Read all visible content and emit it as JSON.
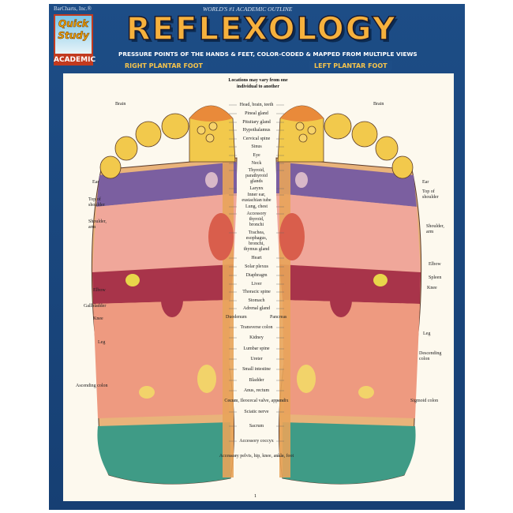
{
  "header": {
    "publisher": "BarCharts, Inc.®",
    "tagline": "WORLD'S #1 ACADEMIC OUTLINE",
    "logo_line1": "Quick",
    "logo_line2": "Study",
    "logo_badge": "ACADEMIC",
    "title": "REFLEXOLOGY",
    "subtitle": "PRESSURE POINTS OF THE HANDS & FEET, COLOR-CODED & MAPPED FROM MULTIPLE VIEWS",
    "tab_right_foot": "RIGHT PLANTAR FOOT",
    "tab_left_foot": "LEFT PLANTAR FOOT"
  },
  "note": "Locations may vary from one individual to another",
  "center_labels": [
    "Head, brain, teeth",
    "Pineal gland",
    "Pituitary gland",
    "Hypothalamus",
    "Cervical spine",
    "Sinus",
    "Eye",
    "Neck",
    "Thyroid,\nparathyroid\nglands",
    "Larynx",
    "Inner ear,\neustachian tube",
    "Lung, chest",
    "Accessory\nthyroid,\nbronchi",
    "Trachea,\nesophagus,\nbronchi,\nthymus gland",
    "Heart",
    "Solar plexus",
    "Diaphragm",
    "Liver",
    "Thoracic spine",
    "Stomach",
    "Adrenal gland",
    "Transverse colon",
    "Kidney",
    "Lumbar spine",
    "Ureter",
    "Small intestine",
    "Bladder",
    "Anus, rectum",
    "Cecum, Ileocecal valve, appendix",
    "Sciatic nerve",
    "Sacrum",
    "Accessory coccyx",
    "Accessory pelvis, hip, knee, ankle, foot"
  ],
  "duodenum": "Duodenum",
  "pancreas": "Pancreas",
  "left_labels": [
    "Brain",
    "Ear",
    "Top of\nshoulder",
    "Shoulder,\narm",
    "Elbow",
    "Gallbladder",
    "Knee",
    "Leg",
    "Ascending colon"
  ],
  "right_labels": [
    "Brain",
    "Ear",
    "Top of\nshoulder",
    "Shoulder,\narm",
    "Elbow",
    "Spleen",
    "Knee",
    "Leg",
    "Descending\ncolon",
    "Sigmoid colon"
  ],
  "page_number": "1",
  "colors": {
    "frame": "#1d4d86",
    "title": "#f6b13d",
    "panel": "#fdf9ee",
    "toe": "#f2c94c",
    "toe_tip": "#e98a3a",
    "purple": "#7b5fa0",
    "pink": "#f0a79a",
    "maroon": "#a8344a",
    "salmon": "#ee9a80",
    "heel": "#3f9b86"
  }
}
